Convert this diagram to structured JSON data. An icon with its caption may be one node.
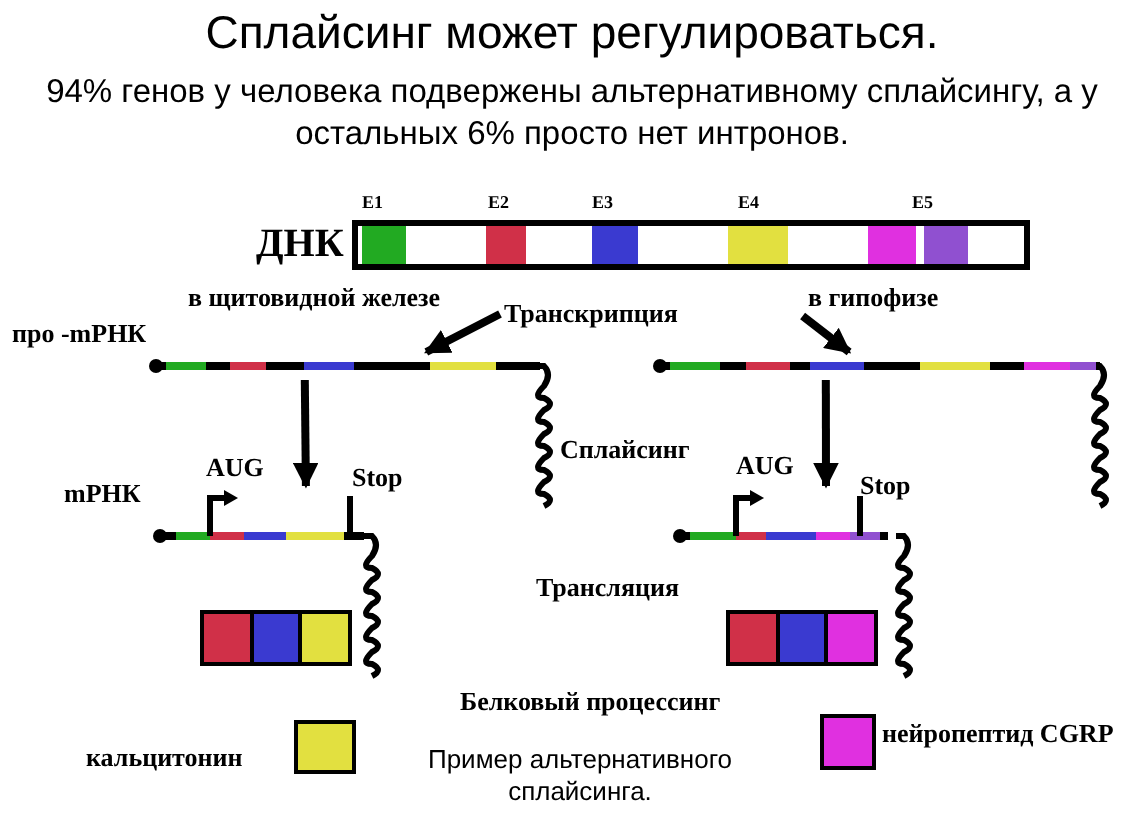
{
  "diagram": {
    "title": "Сплайсинг может регулироваться.",
    "caption": "Пример альтернативного сплайсинга.",
    "nodes": [
      {
        "text": [],
        "shape": "bar",
        "beside": [
          "E1",
          "E2",
          "E3",
          "E4",
          "E5",
          "ДНК"
        ]
      },
      {
        "text": [
          "Транскрипция"
        ]
      },
      {
        "text": [
          "в гипофизе"
        ]
      },
      {
        "text": [],
        "shape": "bar",
        "beside": [
          "про -mРНК"
        ]
      },
      {
        "text": [],
        "shape": "bar"
      },
      {
        "text": [],
        "shape": "bar",
        "beside": [
          "AUG",
          "Stop",
          "mРНК"
        ]
      },
      {
        "text": [],
        "shape": "bar",
        "beside": [
          "AUG",
          "Stop"
        ]
      },
      {
        "text": [],
        "shape": "box"
      },
      {
        "text": [],
        "shape": "box"
      },
      {
        "text": [],
        "shape": "box",
        "beside": [
          "кальцитонин"
        ]
      },
      {
        "text": [],
        "shape": "box",
        "beside": [
          "нейропептид CGRP"
        ]
      }
    ],
    "edges": [
      {
        "from": 1,
        "to": 3,
        "arrow": "to"
      },
      {
        "from": 2,
        "to": 4,
        "arrow": "to"
      },
      {
        "from": 3,
        "to": 5,
        "arrow": "to"
      },
      {
        "from": 4,
        "to": 6,
        "arrow": "to"
      }
    ],
    "labels": [
      "94% генов у человека подвержены альтернативному сплайсингу, а у остальных 6% просто нет интронов.",
      "в щитовидной железе",
      "Сплайсинг",
      "Трансляция",
      "Белковый процессинг"
    ]
  }
}
